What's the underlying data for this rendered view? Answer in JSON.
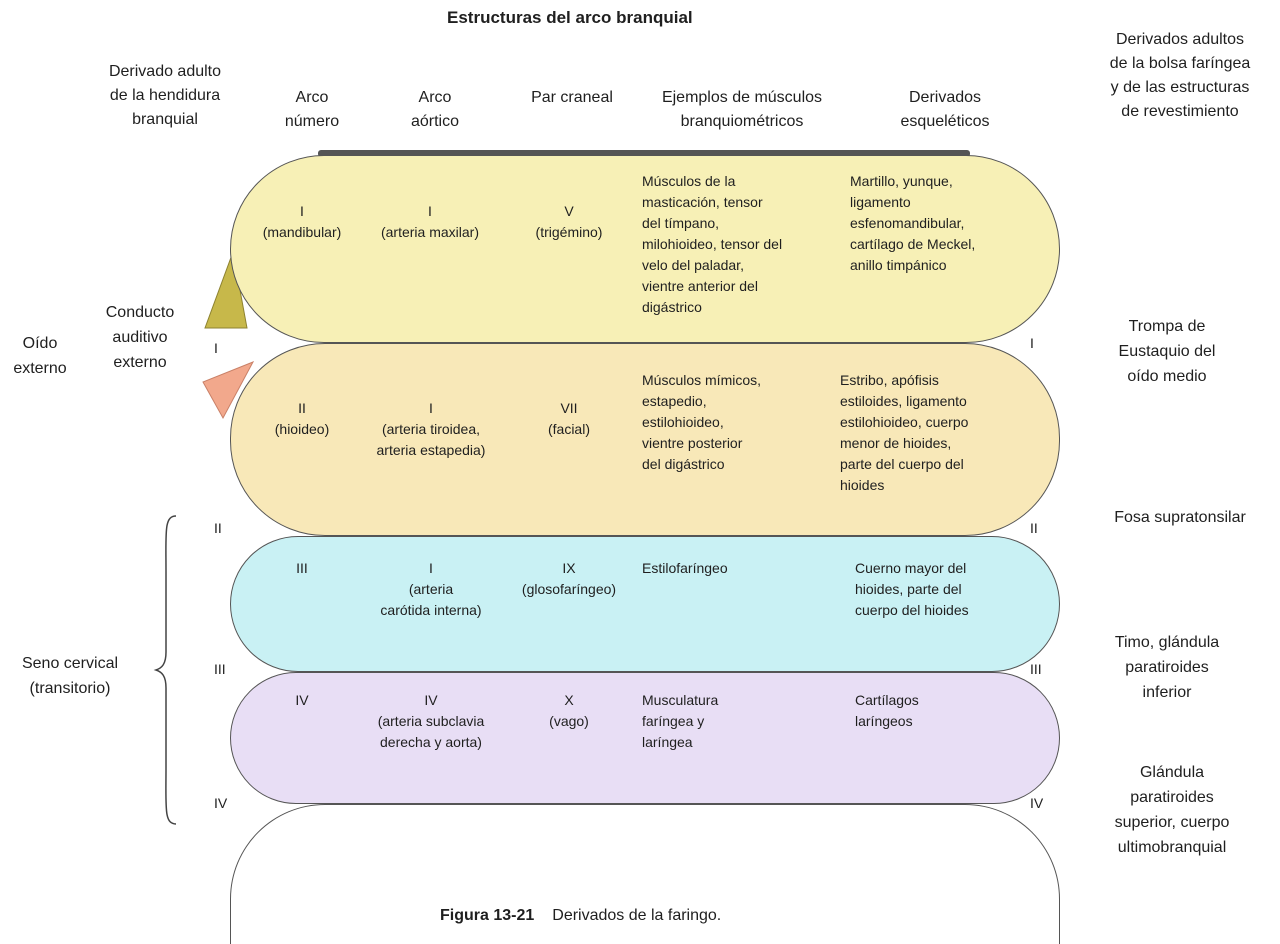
{
  "title": "Estructuras del arco branquial",
  "headers": {
    "cleft": "Derivado adulto\nde la hendidura\nbranquial",
    "arch": "Arco\nnúmero",
    "aortic": "Arco\naórtico",
    "nerve": "Par craneal",
    "muscles": "Ejemplos de músculos\nbranquiométricos",
    "skeletal": "Derivados\nesqueléticos",
    "pouch": "Derivados adultos\nde la bolsa faríngea\ny de las estructuras\nde revestimiento"
  },
  "arches": [
    {
      "color": "#f7f0b6",
      "arch": "I\n(mandibular)",
      "aortic": "I\n(arteria maxilar)",
      "nerve": "V\n(trigémino)",
      "muscles": "Músculos de la\n   masticación, tensor\n   del tímpano,\n   milohioideo, tensor del\n   velo del paladar,\n   vientre anterior del\n   digástrico",
      "skeletal": "Martillo, yunque,\n  ligamento\n  esfenomandibular,\n  cartílago de Meckel,\n  anillo timpánico"
    },
    {
      "color": "#f8e8b8",
      "arch": "II\n(hioideo)",
      "aortic": "I\n(arteria tiroidea,\narteria estapedia)",
      "nerve": "VII\n(facial)",
      "muscles": "Músculos mímicos,\n   estapedio,\n   estilohioideo,\n   vientre posterior\n   del digástrico",
      "skeletal": "Estribo, apófisis\n   estiloides, ligamento\n   estilohioideo, cuerpo\n   menor de hioides,\n   parte del cuerpo del\n   hioides"
    },
    {
      "color": "#c9f1f4",
      "arch": "III",
      "aortic": "I\n(arteria\ncarótida interna)",
      "nerve": "IX\n(glosofaríngeo)",
      "muscles": "Estilofaríngeo",
      "skeletal": "Cuerno mayor del\n   hioides, parte del\n   cuerpo del hioides"
    },
    {
      "color": "#e8def5",
      "arch": "IV",
      "aortic": "IV\n(arteria subclavia\nderecha y aorta)",
      "nerve": "X\n(vago)",
      "muscles": "Musculatura\n   faríngea y\n   laríngea",
      "skeletal": "Cartílagos\n   laríngeos"
    }
  ],
  "left_labels": {
    "conducto": "Conducto\nauditivo\nexterno",
    "oido": "Oído\nexterno",
    "seno": "Seno cervical\n(transitorio)"
  },
  "cleft_numerals": [
    "I",
    "II",
    "III",
    "IV"
  ],
  "right_labels": [
    "Trompa de\nEustaquio del\noído medio",
    "Fosa supratonsilar",
    "Timo, glándula\nparatiroides\ninferior",
    "Glándula\nparatiroides\nsuperior, cuerpo\nultimobranquial"
  ],
  "caption": {
    "figure": "Figura 13-21",
    "text": "Derivados de la faringo."
  },
  "colors": {
    "tag_olive": "#c7b84a",
    "tag_salmon": "#f2a88c",
    "outline": "#555555"
  }
}
